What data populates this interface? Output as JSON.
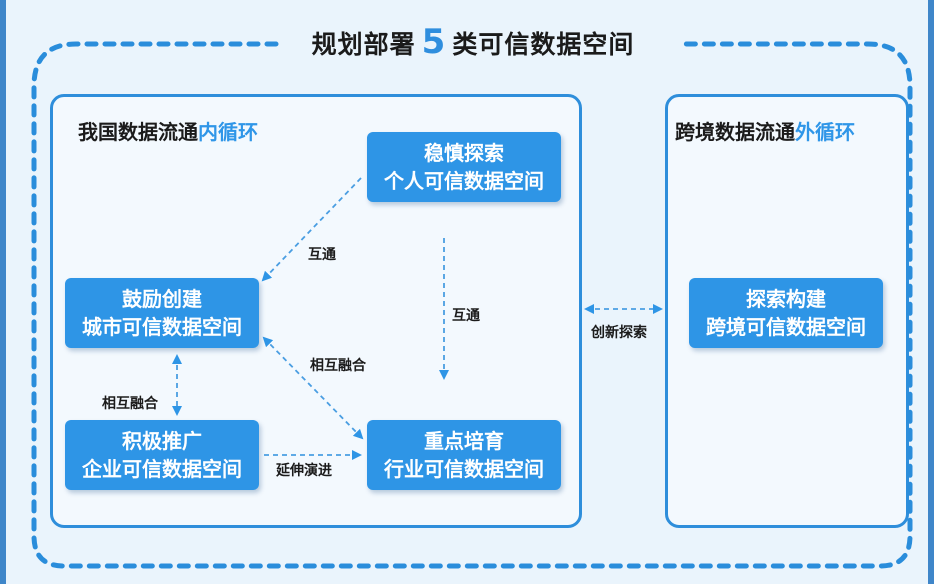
{
  "title": {
    "prefix": "规划部署",
    "number": "5",
    "suffix": "类可信数据空间"
  },
  "left_panel": {
    "title_main": "我国数据流通",
    "title_highlight": "内循环"
  },
  "right_panel": {
    "title_main": "跨境数据流通",
    "title_highlight": "外循环"
  },
  "nodes": {
    "personal": {
      "line1": "稳慎探索",
      "line2": "个人可信数据空间"
    },
    "city": {
      "line1": "鼓励创建",
      "line2": "城市可信数据空间"
    },
    "enterprise": {
      "line1": "积极推广",
      "line2": "企业可信数据空间"
    },
    "industry": {
      "line1": "重点培育",
      "line2": "行业可信数据空间"
    },
    "crossborder": {
      "line1": "探索构建",
      "line2": "跨境可信数据空间"
    }
  },
  "edge_labels": {
    "personal_city": "互通",
    "personal_industry": "互通",
    "city_industry": "相互融合",
    "city_enterprise": "相互融合",
    "enterprise_industry": "延伸演进",
    "inner_outer": "创新探索"
  },
  "colors": {
    "accent": "#2e95e6",
    "border": "#2e8edb",
    "highlight": "#2f96e8",
    "frame": "#3f86c9"
  }
}
